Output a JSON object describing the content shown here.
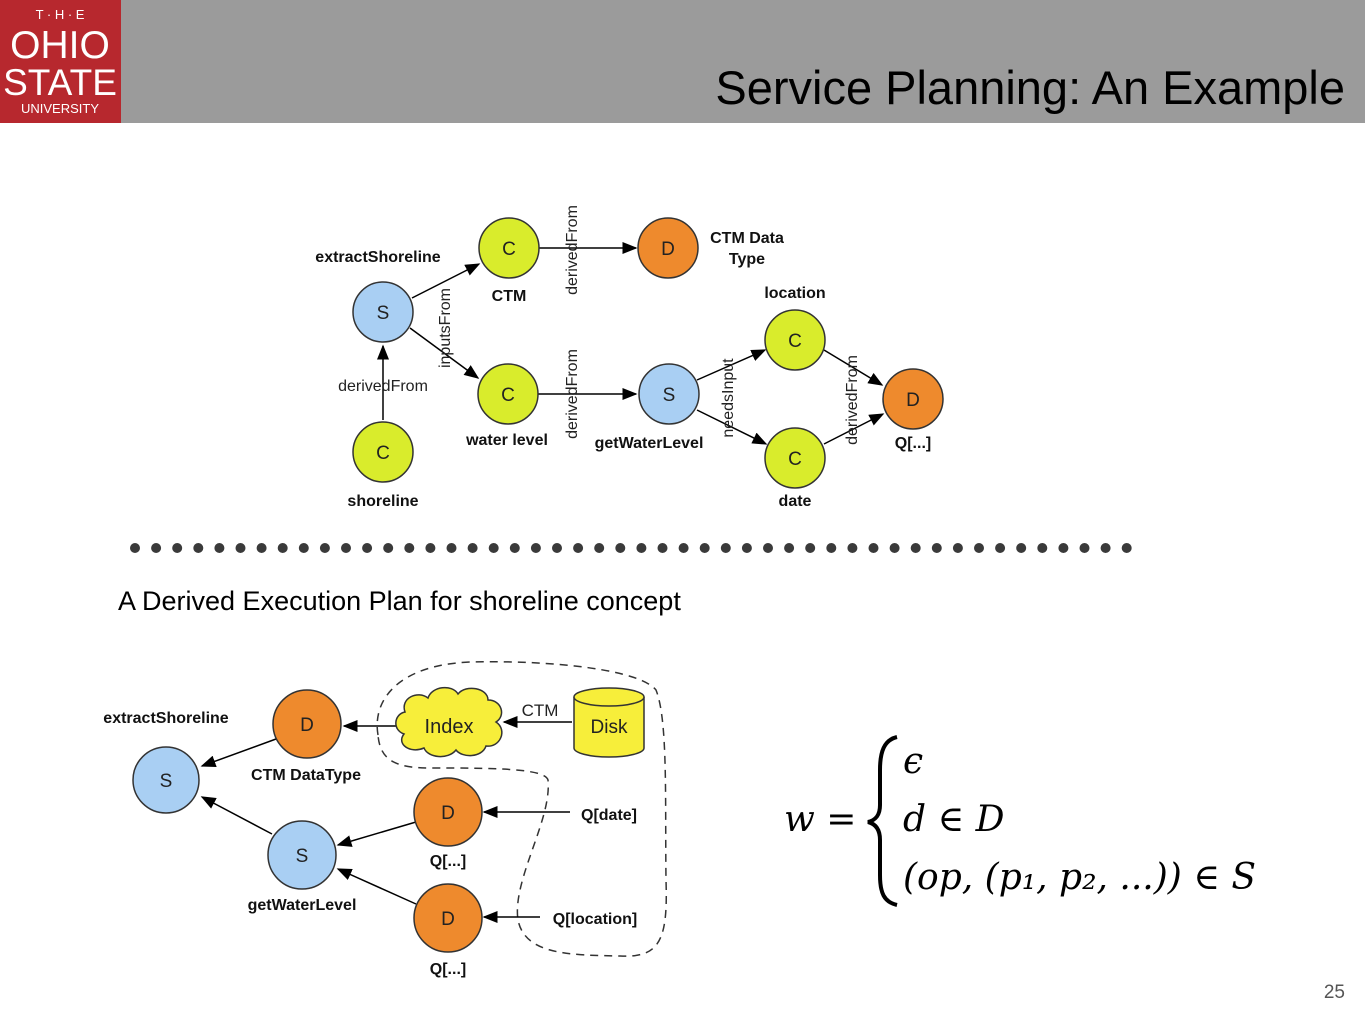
{
  "header": {
    "logo": {
      "line1": "T · H · E",
      "line2": "OHIO",
      "line3": "STATE",
      "line4": "UNIVERSITY"
    },
    "title": "Service Planning: An Example"
  },
  "colors": {
    "header_gray": "#9b9b9b",
    "logo_red": "#b7282e",
    "service_blue": "#a9cff3",
    "concept_green": "#d9ec2c",
    "data_orange": "#ee8a2d",
    "index_yellow": "#f7ee3a"
  },
  "top_diagram": {
    "nodes": {
      "extract": {
        "letter": "S",
        "label": "extractShoreline"
      },
      "shoreline": {
        "letter": "C",
        "label": "shoreline"
      },
      "ctm": {
        "letter": "C",
        "label": "CTM"
      },
      "water": {
        "letter": "C",
        "label": "water level"
      },
      "ctm_data": {
        "letter": "D",
        "label_line1": "CTM Data",
        "label_line2": "Type"
      },
      "getwater": {
        "letter": "S",
        "label": "getWaterLevel"
      },
      "location": {
        "letter": "C",
        "label": "location"
      },
      "date": {
        "letter": "C",
        "label": "date"
      },
      "q": {
        "letter": "D",
        "label": "Q[...]"
      }
    },
    "edges": {
      "derived_from": "derivedFrom",
      "inputs_from": "inputsFrom",
      "needs_input": "needsInput"
    }
  },
  "caption": "A Derived Execution Plan for shoreline concept",
  "bottom_diagram": {
    "nodes": {
      "extract": {
        "letter": "S",
        "label": "extractShoreline"
      },
      "ctm_d": {
        "letter": "D",
        "label": "CTM DataType"
      },
      "getwater": {
        "letter": "S",
        "label": "getWaterLevel"
      },
      "q1": {
        "letter": "D",
        "label": "Q[...]"
      },
      "q2": {
        "letter": "D",
        "label": "Q[...]"
      },
      "index": {
        "label": "Index"
      },
      "disk": {
        "label": "Disk"
      }
    },
    "edges": {
      "ctm": "CTM",
      "q_date": "Q[date]",
      "q_location": "Q[location]"
    }
  },
  "formula": {
    "lhs": "w =",
    "case1": "ϵ",
    "case2": "d ∈ D",
    "case3": "(op, (p₁, p₂, ...)) ∈ S"
  },
  "page_number": "25"
}
